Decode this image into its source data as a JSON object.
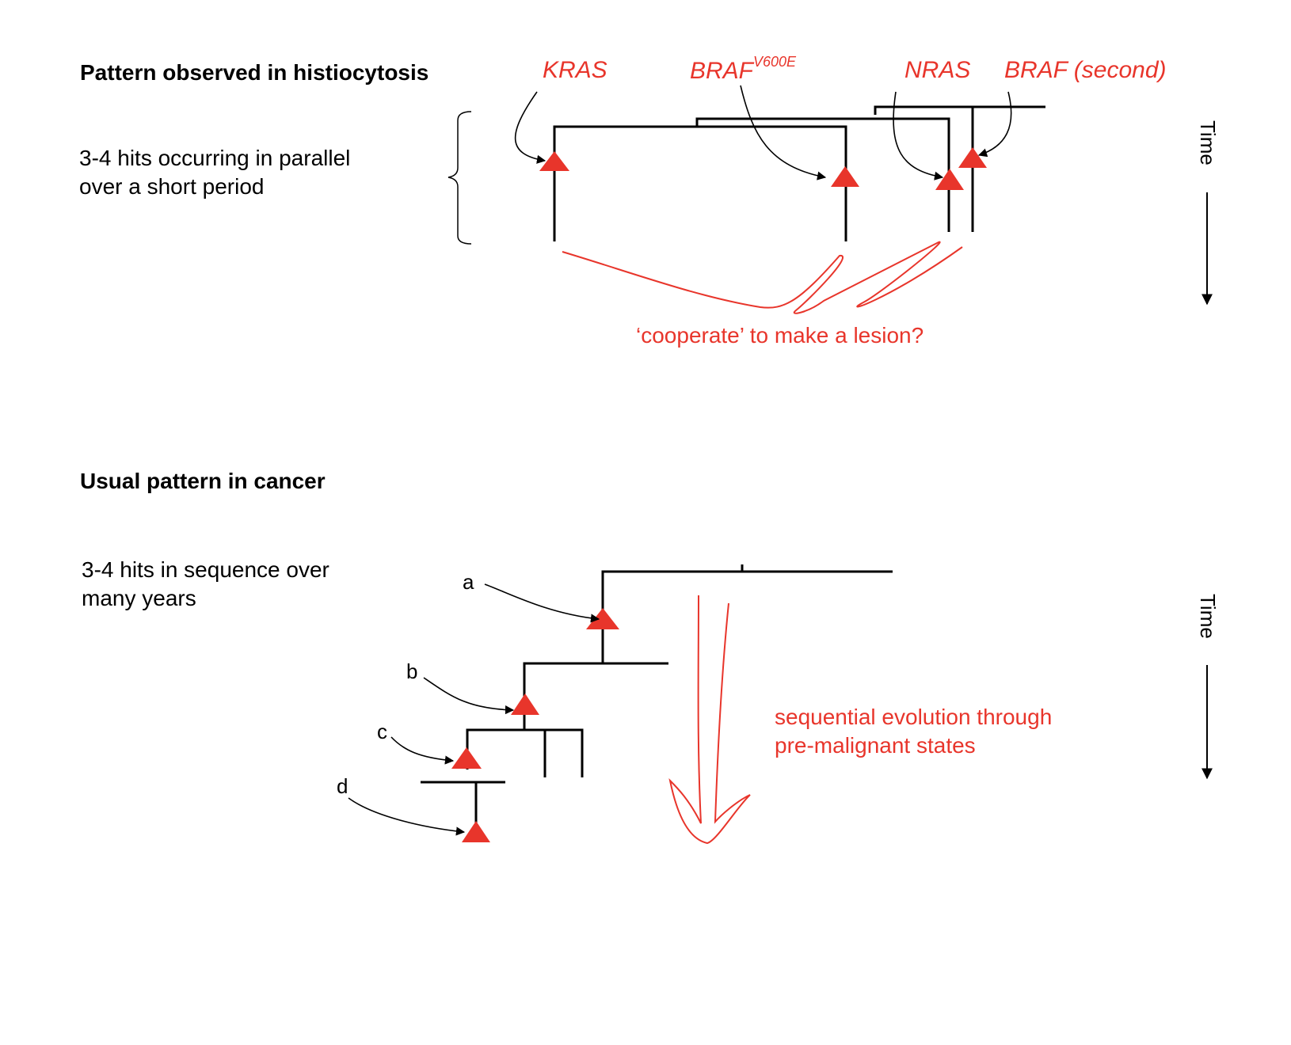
{
  "top": {
    "heading": "Pattern observed in histiocytosis",
    "desc_line1": "3-4 hits occurring in parallel",
    "desc_line2": "over a short period",
    "genes": {
      "kras": "KRAS",
      "braf_v600e": "BRAF",
      "braf_v600e_sup": "V600E",
      "nras": "NRAS",
      "braf_second": "BRAF (second)"
    },
    "annotation": "‘cooperate’ to make a lesion?",
    "time_label": "Time"
  },
  "bottom": {
    "heading": "Usual pattern in cancer",
    "desc_line1": "3-4 hits in sequence over",
    "desc_line2": "many years",
    "hits": [
      "a",
      "b",
      "c",
      "d"
    ],
    "annotation_line1": "sequential evolution through",
    "annotation_line2": "pre-malignant states",
    "time_label": "Time"
  },
  "colors": {
    "accent": "#e8352b",
    "line": "#000000"
  }
}
